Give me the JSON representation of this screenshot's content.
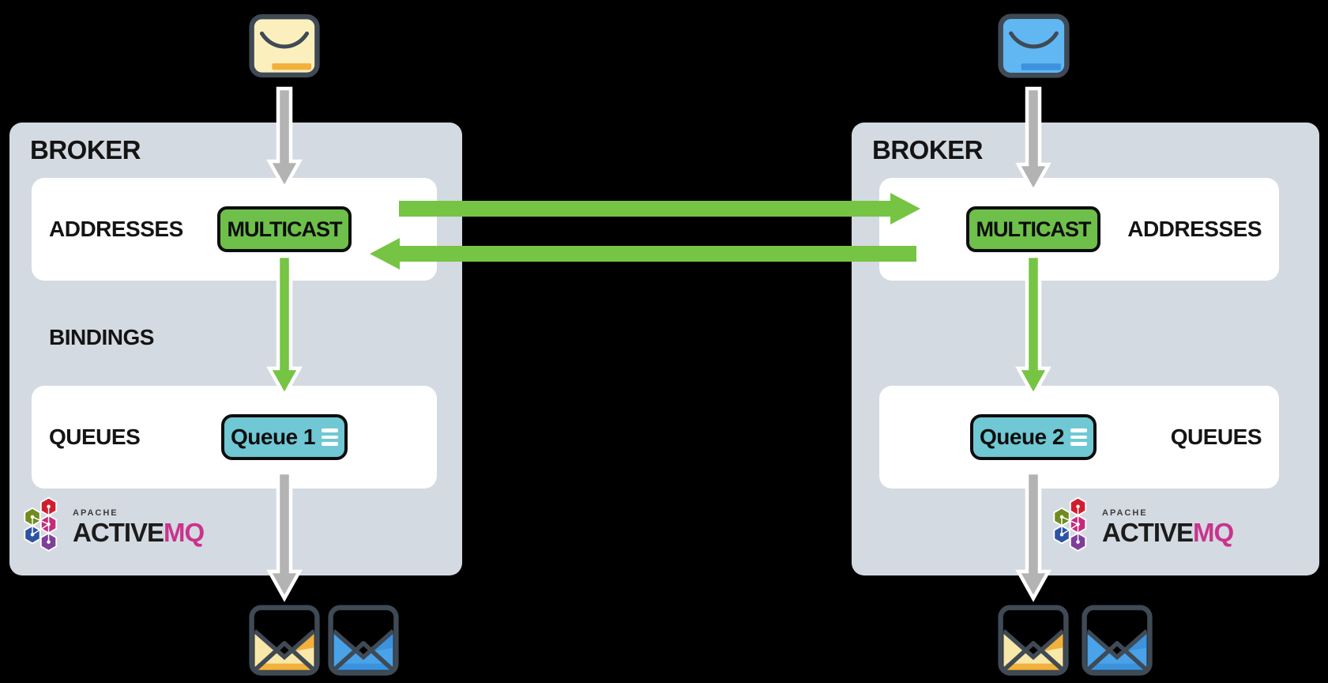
{
  "colors": {
    "background": "#000000",
    "broker_bg": "#d4dae1",
    "panel_bg": "#ffffff",
    "node_green": "#6ec04b",
    "arrow_green": "#76c443",
    "node_teal": "#6fc8d3",
    "arrow_gray": "#b3b3b3",
    "slate": "#3f4a55",
    "env_yellow": "#fbf0bd",
    "env_yellow_body": "#f7e7a9",
    "env_yellow_accent": "#f2b13c",
    "env_blue": "#61b7f2",
    "env_blue_body": "#4aa3e8",
    "env_blue_accent": "#3b92dd",
    "text_dark": "#141414",
    "logo_pink": "#c9348c",
    "logo_red": "#cf1f2f",
    "logo_olive": "#708b1f",
    "logo_magenta": "#c62b7b",
    "logo_blue": "#2d53a5",
    "logo_purple": "#7e3f9c"
  },
  "brokers": [
    {
      "title": "BROKER",
      "addresses_label": "ADDRESSES",
      "bindings_label": "BINDINGS",
      "queues_label": "QUEUES",
      "address_node": "MULTICAST",
      "queue_node": "Queue 1"
    },
    {
      "title": "BROKER",
      "addresses_label": "ADDRESSES",
      "queues_label": "QUEUES",
      "address_node": "MULTICAST",
      "queue_node": "Queue 2"
    }
  ],
  "logo": {
    "apache": "APACHE",
    "active": "ACTIVE",
    "mq": "MQ"
  },
  "icons": {
    "producer_left": "closed-envelope-yellow-icon",
    "producer_right": "closed-envelope-blue-icon",
    "consumer_left": [
      "open-envelope-yellow-icon",
      "open-envelope-blue-icon"
    ],
    "consumer_right": [
      "open-envelope-yellow-icon",
      "open-envelope-blue-icon"
    ],
    "queue_menu": "menu-lines-icon",
    "logo_mark": "activemq-hexagons-icon"
  },
  "arrows": [
    {
      "from": "producer-left",
      "to": "multicast-left",
      "color": "gray",
      "direction": "down"
    },
    {
      "from": "multicast-left",
      "to": "multicast-right",
      "color": "green",
      "direction": "right"
    },
    {
      "from": "multicast-right",
      "to": "multicast-left",
      "color": "green",
      "direction": "left"
    },
    {
      "from": "multicast-left",
      "to": "queue-1",
      "color": "green",
      "direction": "down"
    },
    {
      "from": "queue-1",
      "to": "consumers-left",
      "color": "gray",
      "direction": "down"
    },
    {
      "from": "producer-right",
      "to": "multicast-right",
      "color": "gray",
      "direction": "down"
    },
    {
      "from": "multicast-right",
      "to": "queue-2",
      "color": "green",
      "direction": "down"
    },
    {
      "from": "queue-2",
      "to": "consumers-right",
      "color": "gray",
      "direction": "down"
    }
  ]
}
